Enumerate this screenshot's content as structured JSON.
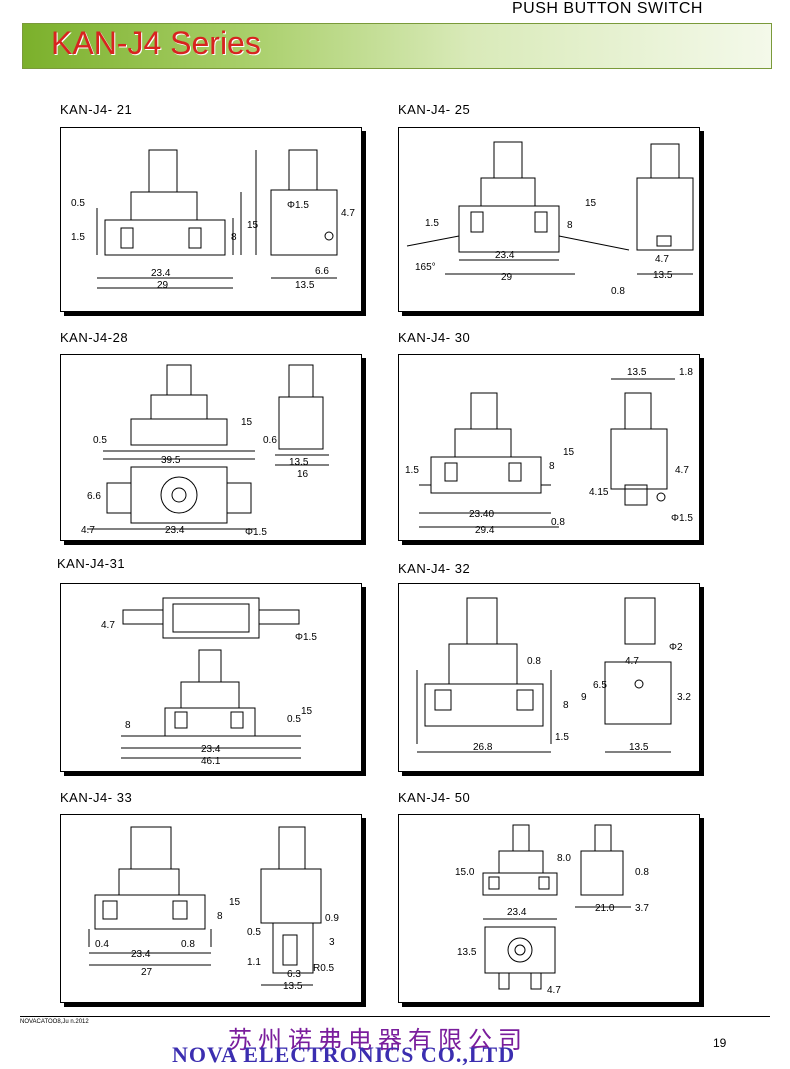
{
  "header": {
    "product_type": "PUSH BUTTON SWITCH",
    "series_title": "KAN-J4 Series"
  },
  "models": [
    {
      "name": "KAN-J4- 21",
      "dims": [
        "0.5",
        "1.5",
        "23.4",
        "29",
        "8",
        "15",
        "Φ1.5",
        "4.7",
        "6.6",
        "13.5"
      ]
    },
    {
      "name": "KAN-J4- 25",
      "dims": [
        "1.5",
        "165°",
        "23.4",
        "29",
        "8",
        "15",
        "0.8",
        "4.7",
        "13.5"
      ]
    },
    {
      "name": "KAN-J4-28",
      "dims": [
        "0.5",
        "39.5",
        "15",
        "0.6",
        "13.5",
        "16",
        "6.6",
        "4.7",
        "23.4",
        "Φ1.5"
      ]
    },
    {
      "name": "KAN-J4- 30",
      "dims": [
        "1.5",
        "23.40",
        "29.4",
        "8",
        "15",
        "0.8",
        "13.5",
        "1.8",
        "4.15",
        "4.7",
        "Φ1.5"
      ]
    },
    {
      "name": "KAN-J4-31",
      "dims": [
        "4.7",
        "Φ1.5",
        "8",
        "23.4",
        "46.1",
        "0.5",
        "15"
      ]
    },
    {
      "name": "KAN-J4- 32",
      "dims": [
        "0.8",
        "8",
        "1.5",
        "26.8",
        "4.7",
        "Φ2",
        "9",
        "6.5",
        "3.2",
        "13.5"
      ]
    },
    {
      "name": "KAN-J4- 33",
      "dims": [
        "0.4",
        "23.4",
        "0.8",
        "27",
        "8",
        "15",
        "0.9",
        "3",
        "0.5",
        "1.1",
        "6.3",
        "R0.5",
        "13.5"
      ]
    },
    {
      "name": "KAN-J4- 50",
      "dims": [
        "15.0",
        "8.0",
        "0.8",
        "21.0",
        "3.7",
        "23.4",
        "13.5",
        "4.7"
      ]
    }
  ],
  "footer": {
    "catalog_code": "NOVACATOO8,Ju n.2012",
    "company_cn": "苏州诺弗电器有限公司",
    "company_en": "NOVA ELECTRONICS CO.,LTD",
    "page_number": "19"
  }
}
